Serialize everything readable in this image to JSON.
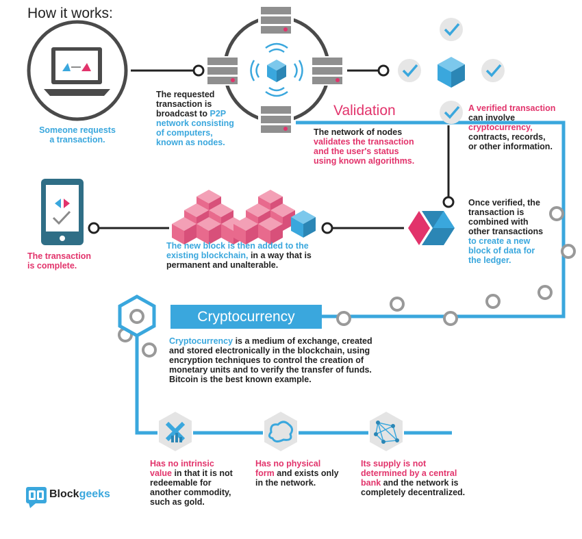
{
  "header": {
    "title": "How it works:"
  },
  "step1": {
    "label_line1": "Someone requests",
    "label_line2": "a transaction."
  },
  "step2": {
    "line1": "The requested",
    "line2": "transaction is",
    "line3a": "broadcast to ",
    "line3b": "P2P",
    "line4": "network consisting",
    "line5": "of computers,",
    "line6": "known as nodes."
  },
  "validation": {
    "heading": "Validation",
    "line1": "The network of nodes",
    "line2": "validates the transaction",
    "line3": "and the user's status",
    "line4": "using known algorithms."
  },
  "verified": {
    "line1": "A verified transaction",
    "line2": "can involve",
    "line3": "cryptocurrency,",
    "line4": "contracts, records,",
    "line5": "or other information."
  },
  "combined": {
    "line1": "Once verified, the",
    "line2": "transaction is",
    "line3": "combined with",
    "line4": "other transactions",
    "line5": "to create a new",
    "line6": "block of data for",
    "line7": "the ledger."
  },
  "block_added": {
    "line1": "The new block is then added to the",
    "line2a": "existing blockchain,",
    "line2b": " in a way that is",
    "line3": "permanent and unalterable."
  },
  "complete": {
    "line1": "The transaction",
    "line2": "is complete."
  },
  "crypto": {
    "heading": "Cryptocurrency",
    "line1a": "Cryptocurrency",
    "line1b": " is a medium of exchange, created",
    "line2": "and stored electronically in the blockchain, using",
    "line3": "encryption techniques to control the creation of",
    "line4": "monetary units and to verify the transfer of funds.",
    "line5": "Bitcoin is the best known example."
  },
  "features": [
    {
      "a1": "Has no intrinsic",
      "a2": "value",
      "b2": " in that it is not",
      "b3": "redeemable for",
      "b4": "another commodity,",
      "b5": "such as gold."
    },
    {
      "a1": "Has no physical",
      "a2": "form",
      "b2": " and exists only",
      "b3": "in the network."
    },
    {
      "a1": "Its supply is not",
      "a2": "determined by a central",
      "a3": "bank",
      "b3": " and the network is",
      "b4": "completely decentralized."
    }
  ],
  "brand": {
    "name_a": "Block",
    "name_b": "geeks"
  },
  "colors": {
    "blue": "#3aa7dd",
    "pink": "#e2336b",
    "gray": "#8a8a8a",
    "dark": "#4a4a4a"
  }
}
